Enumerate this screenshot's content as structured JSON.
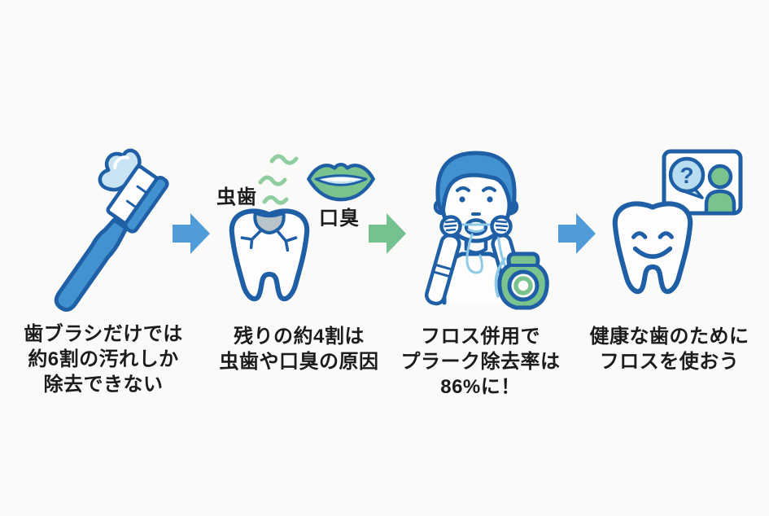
{
  "colors": {
    "background": "#fafaf8",
    "outline": "#1f5fa6",
    "fill_blue": "#4392d0",
    "light_blue": "#c8e3f2",
    "bubble_blue": "#b9ddf0",
    "floss_blue": "#8ec9e5",
    "green": "#7ac28e",
    "light_green": "#90cd9f",
    "cavity_gray": "#b8c4ca",
    "arrow_blue": "#4f9cd8",
    "arrow_green": "#75c190",
    "text": "#1c1c1c"
  },
  "arrows": [
    "#4f9cd8",
    "#75c190",
    "#4f9cd8"
  ],
  "steps": [
    {
      "icon": "toothbrush-icon",
      "caption_lines": [
        "歯ブラシだけでは",
        "約6割の汚れしか",
        "除去できない"
      ]
    },
    {
      "icon": "decayed-tooth-icon",
      "label_cavity": "虫歯",
      "label_bad_breath": "口臭",
      "caption_lines": [
        "残りの約4割は",
        "虫歯や口臭の原因"
      ]
    },
    {
      "icon": "person-flossing-icon",
      "caption_lines": [
        "フロス併用で",
        "プラーク除去率は",
        "86%に！"
      ]
    },
    {
      "icon": "smiling-tooth-icon",
      "bubble_text": "?",
      "caption_lines": [
        "健康な歯のために",
        "フロスを使おう"
      ]
    }
  ]
}
